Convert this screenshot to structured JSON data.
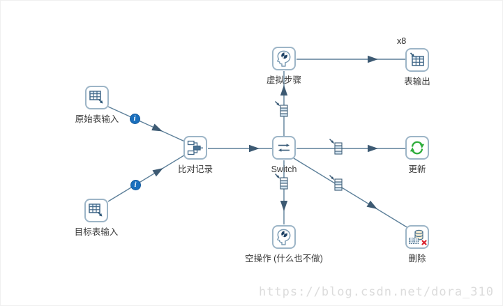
{
  "app": "Kettle transformation canvas",
  "nodes": [
    {
      "id": "origin-table-input",
      "label": "原始表输入",
      "icon": "table-input-icon"
    },
    {
      "id": "target-table-input",
      "label": "目标表输入",
      "icon": "table-input-icon"
    },
    {
      "id": "compare-records",
      "label": "比对记录",
      "icon": "merge-rows-icon"
    },
    {
      "id": "switch",
      "label": "Switch",
      "icon": "switch-icon"
    },
    {
      "id": "virtual-step",
      "label": "虚拟步骤",
      "icon": "dummy-head-icon"
    },
    {
      "id": "table-output",
      "label": "表输出",
      "icon": "table-output-icon",
      "badge": "x8"
    },
    {
      "id": "update",
      "label": "更新",
      "icon": "update-icon"
    },
    {
      "id": "delete",
      "label": "删除",
      "icon": "delete-icon"
    },
    {
      "id": "noop",
      "label": "空操作 (什么也不做)",
      "icon": "dummy-head-icon"
    }
  ],
  "edges": [
    {
      "from": "原始表输入",
      "to": "比对记录",
      "marker": "info"
    },
    {
      "from": "目标表输入",
      "to": "比对记录",
      "marker": "info"
    },
    {
      "from": "比对记录",
      "to": "Switch"
    },
    {
      "from": "Switch",
      "to": "虚拟步骤",
      "marker": "copy-rows"
    },
    {
      "from": "虚拟步骤",
      "to": "表输出"
    },
    {
      "from": "Switch",
      "to": "更新",
      "marker": "copy-rows"
    },
    {
      "from": "Switch",
      "to": "空操作 (什么也不做)",
      "marker": "copy-rows"
    },
    {
      "from": "Switch",
      "to": "删除",
      "marker": "copy-rows"
    }
  ],
  "icons": {
    "info_glyph": "i"
  },
  "watermark": {
    "text": "https://blog.csdn.net/dora_310"
  },
  "colors": {
    "hop_line": "#5c7f99",
    "arrowhead": "#3d5a73",
    "node_border": "#9db5c7",
    "icon_stroke": "#3f6687",
    "info_blue": "#1a6fbd",
    "update_green": "#2fad3c",
    "delete_red": "#d9232e",
    "watermark_gray": "#dcdcdc"
  }
}
